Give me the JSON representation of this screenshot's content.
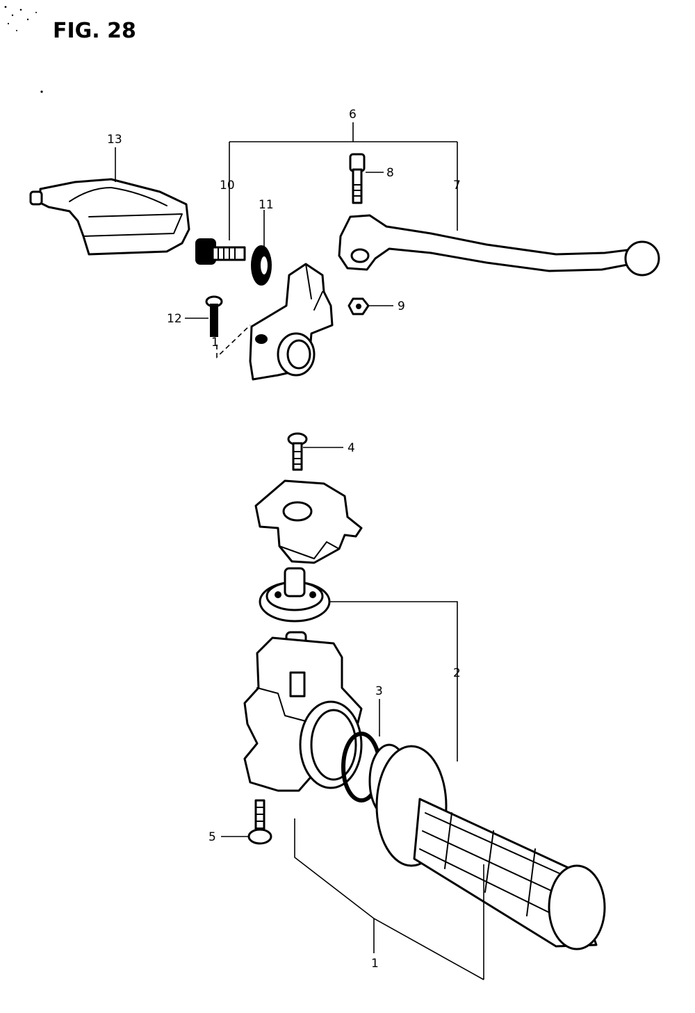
{
  "figure": {
    "title": "FIG. 28"
  },
  "callouts": {
    "c1a": "1",
    "c1b": "1",
    "c2": "2",
    "c3": "3",
    "c4": "4",
    "c5": "5",
    "c6": "6",
    "c7": "7",
    "c8": "8",
    "c9": "9",
    "c10": "10",
    "c11": "11",
    "c12": "12",
    "c13": "13"
  }
}
